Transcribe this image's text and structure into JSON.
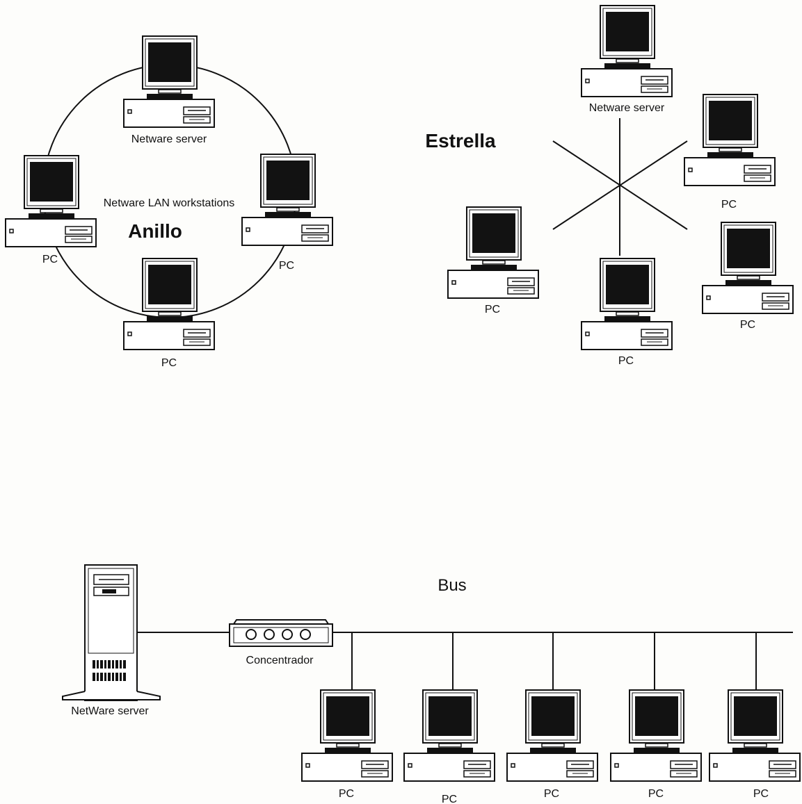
{
  "ring": {
    "title": "Anillo",
    "caption": "Netware LAN workstations",
    "server_label": "Netware server",
    "pc_left_label": "PC",
    "pc_right_label": "PC",
    "pc_bottom_label": "PC"
  },
  "star": {
    "title": "Estrella",
    "server_label": "Netware server",
    "pc_upper_right_label": "PC",
    "pc_left_label": "PC",
    "pc_bottom_label": "PC",
    "pc_lower_right_label": "PC"
  },
  "bus": {
    "title": "Bus",
    "server_label": "NetWare server",
    "hub_label": "Concentrador",
    "pc_labels": [
      "PC",
      "PC",
      "PC",
      "PC",
      "PC"
    ]
  },
  "colors": {
    "ink": "#111111",
    "screen": "#121212",
    "paper": "#fdfdfb"
  }
}
